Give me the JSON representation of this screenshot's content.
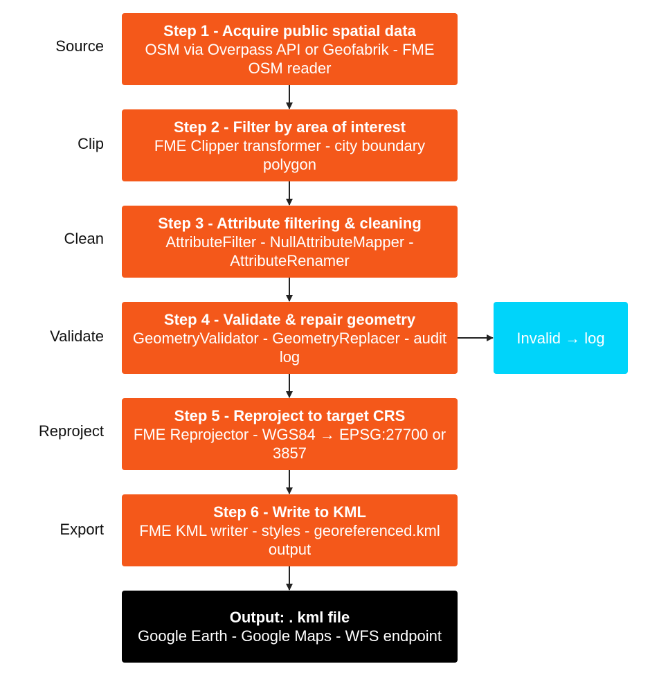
{
  "steps": [
    {
      "stage": "Source",
      "title": "Step 1 - Acquire public spatial data",
      "desc": "OSM via Overpass API or Geofabrik - FME OSM reader"
    },
    {
      "stage": "Clip",
      "title": "Step 2 - Filter by area of interest",
      "desc": "FME Clipper transformer - city boundary polygon"
    },
    {
      "stage": "Clean",
      "title": "Step 3 - Attribute filtering & cleaning",
      "desc": "AttributeFilter - NullAttributeMapper - AttributeRenamer"
    },
    {
      "stage": "Validate",
      "title": "Step 4 - Validate & repair geometry",
      "desc": "GeometryValidator - GeometryReplacer - audit log"
    },
    {
      "stage": "Reproject",
      "title": "Step 5 - Reproject to target CRS",
      "desc": "FME Reprojector - WGS84 → EPSG:27700 or 3857"
    },
    {
      "stage": "Export",
      "title": "Step 6 - Write to KML",
      "desc": "FME KML writer - styles - georeferenced.kml output"
    }
  ],
  "output": {
    "title": "Output: . kml file",
    "desc": "Google Earth - Google Maps - WFS endpoint"
  },
  "side_box": {
    "label": "Invalid → log"
  },
  "colors": {
    "step_fill": "#f4581a",
    "output_fill": "#000000",
    "side_fill": "#00d4fa",
    "arrow": "#222222"
  }
}
